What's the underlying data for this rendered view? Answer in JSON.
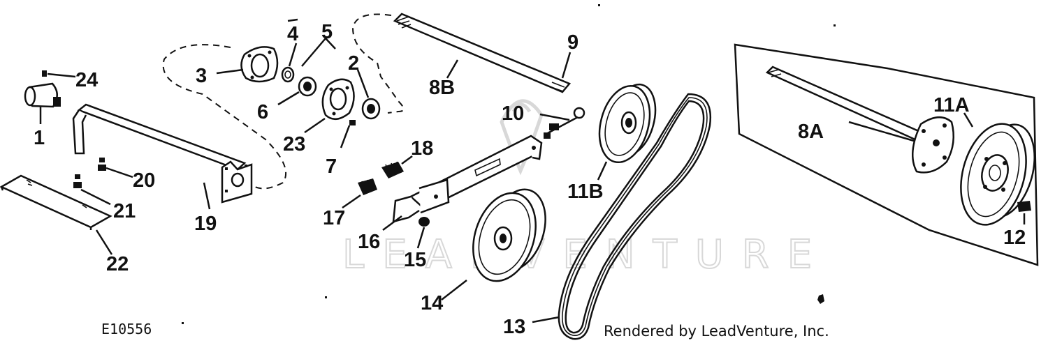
{
  "figure_code": "E10556",
  "credit": "Rendered by LeadVenture, Inc.",
  "watermark": "LEADVENTURE",
  "labels": {
    "p1": "1",
    "p2": "2",
    "p3": "3",
    "p4": "4",
    "p5": "5",
    "p6": "6",
    "p7": "7",
    "p8a": "8A",
    "p8b": "8B",
    "p9": "9",
    "p10": "10",
    "p11a": "11A",
    "p11b": "11B",
    "p12": "12",
    "p13": "13",
    "p14": "14",
    "p15": "15",
    "p16": "16",
    "p17": "17",
    "p18": "18",
    "p19": "19",
    "p20": "20",
    "p21": "21",
    "p22": "22",
    "p23": "23",
    "p24": "24"
  }
}
